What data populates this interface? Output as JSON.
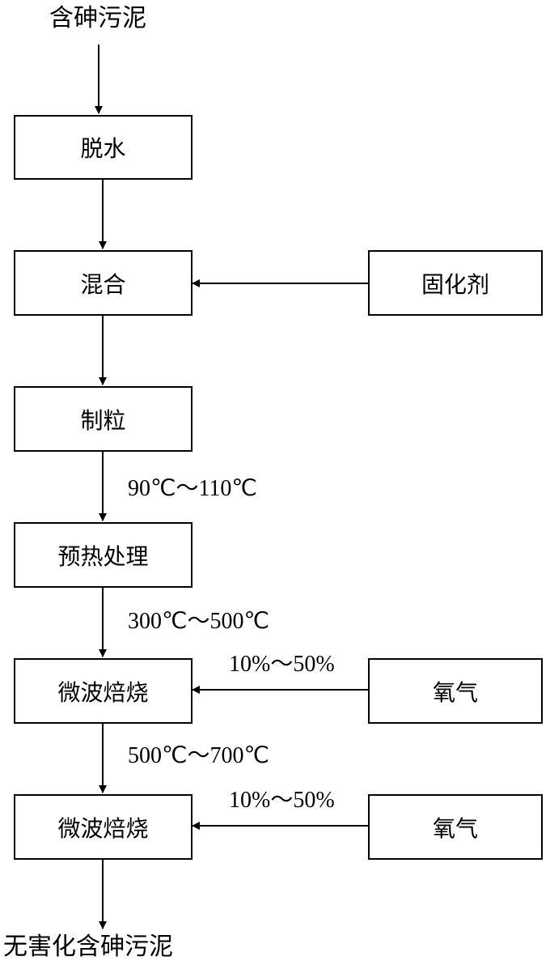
{
  "input_label": "含砷污泥",
  "output_label": "无害化含砷污泥",
  "steps": [
    {
      "label": "脱水"
    },
    {
      "label": "混合"
    },
    {
      "label": "制粒"
    },
    {
      "label": "预热处理"
    },
    {
      "label": "微波焙烧"
    },
    {
      "label": "微波焙烧"
    }
  ],
  "side_inputs": [
    {
      "label": "固化剂"
    },
    {
      "label": "氧气",
      "annotation": "10%～50%"
    },
    {
      "label": "氧气",
      "annotation": "10%～50%"
    }
  ],
  "temperatures": [
    {
      "label": "90℃～110℃"
    },
    {
      "label": "300℃～500℃"
    },
    {
      "label": "500℃～700℃"
    }
  ]
}
